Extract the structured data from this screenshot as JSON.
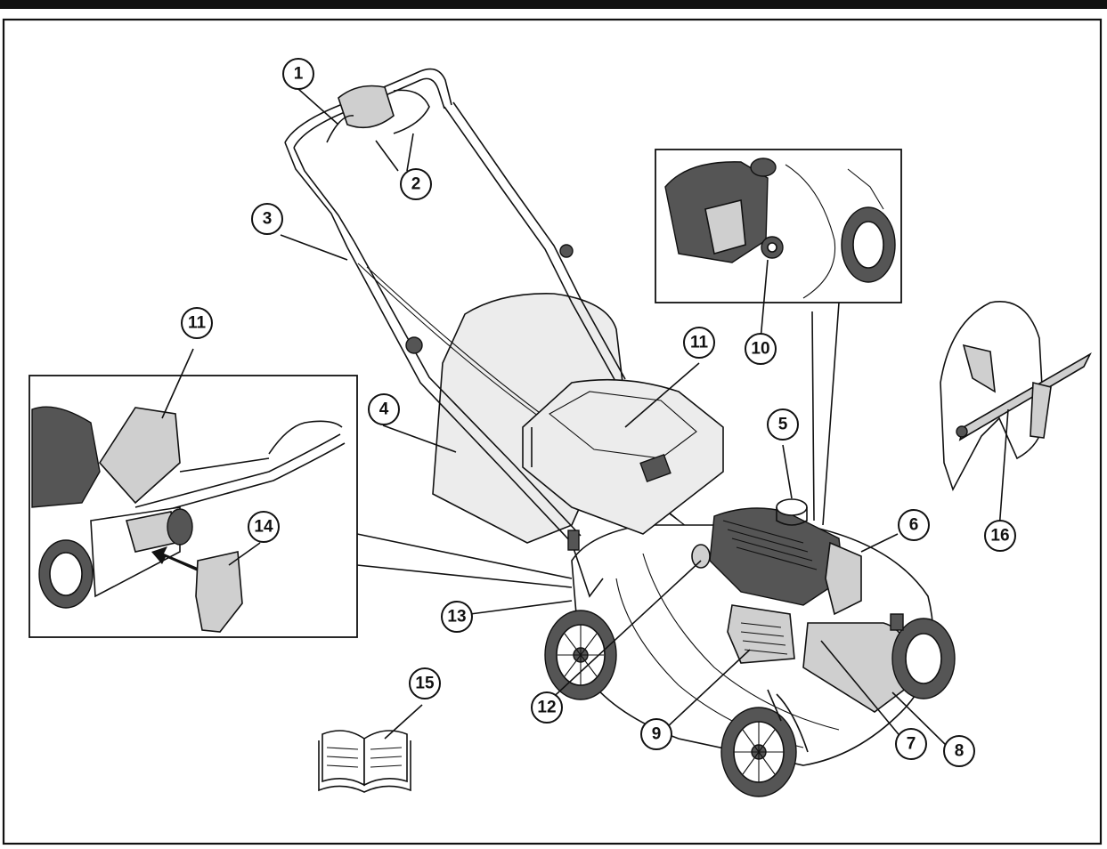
{
  "figure": {
    "callouts": [
      {
        "id": "c1",
        "label": "1"
      },
      {
        "id": "c2",
        "label": "2"
      },
      {
        "id": "c3",
        "label": "3"
      },
      {
        "id": "c4",
        "label": "4"
      },
      {
        "id": "c5",
        "label": "5"
      },
      {
        "id": "c6",
        "label": "6"
      },
      {
        "id": "c7",
        "label": "7"
      },
      {
        "id": "c8",
        "label": "8"
      },
      {
        "id": "c9",
        "label": "9"
      },
      {
        "id": "c10",
        "label": "10"
      },
      {
        "id": "c11a",
        "label": "11"
      },
      {
        "id": "c11b",
        "label": "11"
      },
      {
        "id": "c12",
        "label": "12"
      },
      {
        "id": "c13",
        "label": "13"
      },
      {
        "id": "c14",
        "label": "14"
      },
      {
        "id": "c15",
        "label": "15"
      },
      {
        "id": "c16",
        "label": "16"
      }
    ],
    "icons": {
      "manual": "open-book-icon",
      "insert_arrow": "arrow-icon"
    },
    "colors": {
      "ink": "#111111",
      "shade": "#cfcfcf",
      "dark": "#555555",
      "paper": "#ffffff"
    }
  }
}
